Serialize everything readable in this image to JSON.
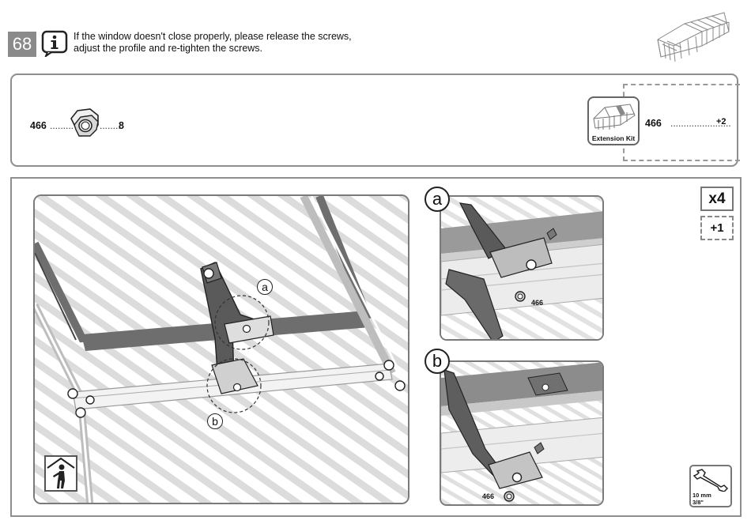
{
  "step": {
    "number": "68"
  },
  "note": {
    "line1": "If the window doesn't close properly, please release the screws,",
    "line2": "adjust the profile and re-tighten the screws."
  },
  "parts": {
    "main": {
      "part_no": "466",
      "qty": "8"
    },
    "extension": {
      "kit_label": "Extension Kit",
      "part_no": "466",
      "qty": "+2"
    }
  },
  "callouts": {
    "a": "a",
    "b": "b"
  },
  "detail_a": {
    "part_label": "466"
  },
  "detail_b": {
    "part_label": "466"
  },
  "quantity": {
    "base": "x4",
    "extension": "+1"
  },
  "tool": {
    "size_metric": "10 mm",
    "size_imperial": "3/8\""
  },
  "icons": [
    "info-icon",
    "greenhouse-icon",
    "hex-nut-icon",
    "wrench-icon",
    "person-icon"
  ],
  "colors": {
    "step_bg": "#8a8a8a",
    "panel_border": "#8e8e8e",
    "glass_stripe": "#d9d9d9"
  }
}
